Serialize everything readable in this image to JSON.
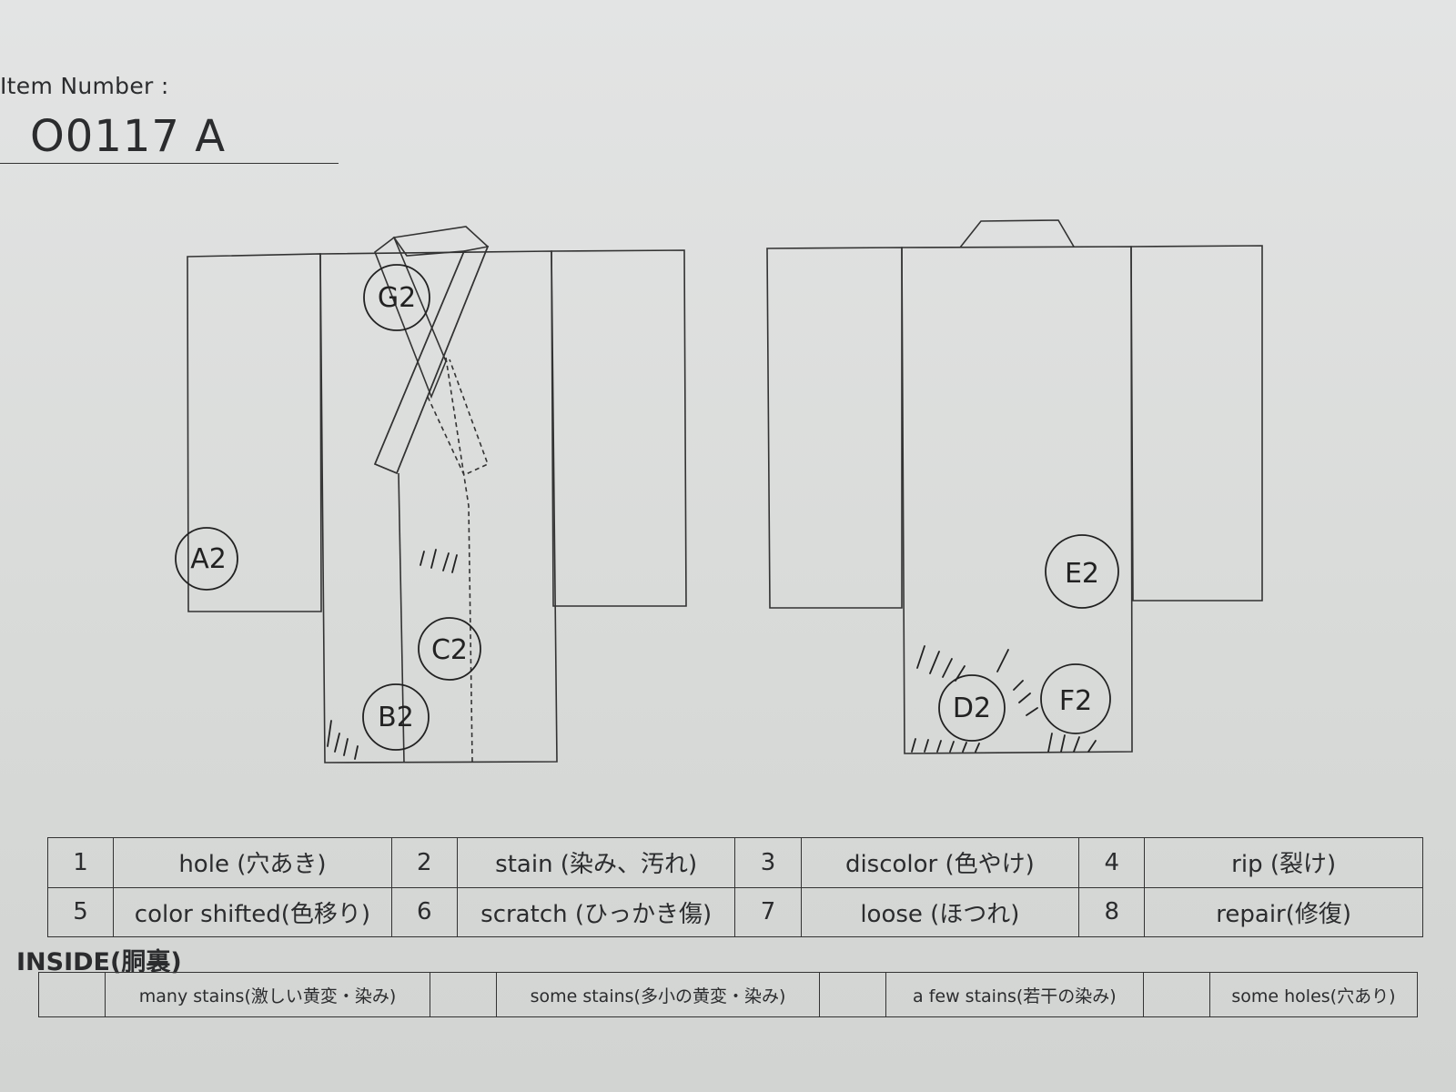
{
  "item": {
    "label": "Item Number :",
    "value": "O0117  A"
  },
  "marks": {
    "front": [
      "G2",
      "A2",
      "C2",
      "B2"
    ],
    "back": [
      "E2",
      "D2",
      "F2"
    ]
  },
  "legend": [
    [
      {
        "num": "1",
        "text": "hole (穴あき)"
      },
      {
        "num": "2",
        "text": "stain (染み、汚れ)"
      },
      {
        "num": "3",
        "text": "discolor (色やけ)"
      },
      {
        "num": "4",
        "text": "rip (裂け)"
      }
    ],
    [
      {
        "num": "5",
        "text": "color shifted(色移り)"
      },
      {
        "num": "6",
        "text": "scratch (ひっかき傷)"
      },
      {
        "num": "7",
        "text": "loose (ほつれ)"
      },
      {
        "num": "8",
        "text": "repair(修復)"
      }
    ]
  ],
  "inside": {
    "label": "INSIDE(胴裏)",
    "options": [
      "many stains(激しい黄変・染み)",
      "some stains(多小の黄変・染み)",
      "a few stains(若干の染み)",
      "some holes(穴あり)"
    ]
  }
}
